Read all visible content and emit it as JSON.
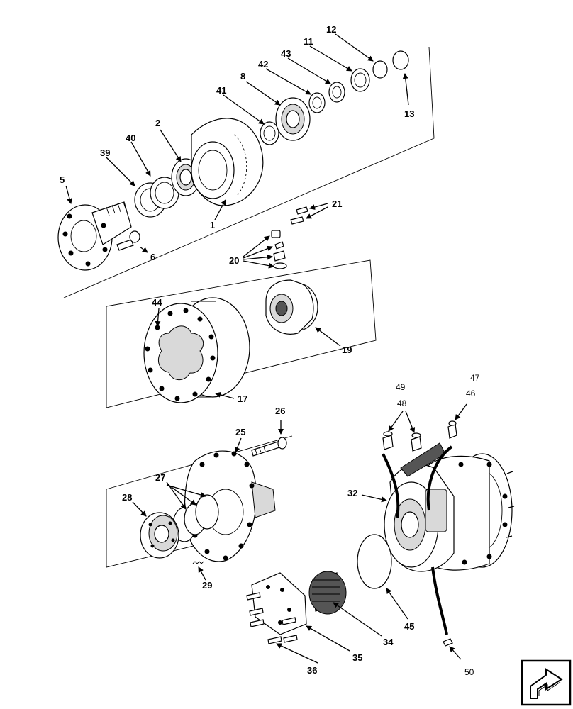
{
  "labels": {
    "l1": "1",
    "l2": "2",
    "l5": "5",
    "l6": "6",
    "l8": "8",
    "l11": "11",
    "l12": "12",
    "l13": "13",
    "l17": "17",
    "l19": "19",
    "l20": "20",
    "l21": "21",
    "l25": "25",
    "l26": "26",
    "l27": "27",
    "l28": "28",
    "l29": "29",
    "l32": "32",
    "l34": "34",
    "l35": "35",
    "l36": "36",
    "l39": "39",
    "l40": "40",
    "l41": "41",
    "l42": "42",
    "l43": "43",
    "l44": "44",
    "l45": "45",
    "l46": "46",
    "l47": "47",
    "l48": "48",
    "l49": "49",
    "l50": "50"
  },
  "nav_icon": "next-page-arrow-icon"
}
